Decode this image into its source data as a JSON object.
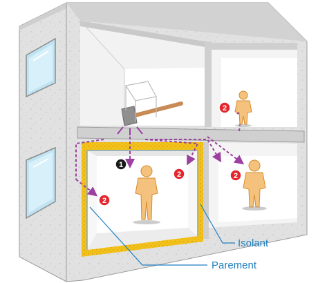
{
  "labels": {
    "isolant": "Isolant",
    "parement": "Parement"
  },
  "markers": {
    "impact": "1",
    "transmission": "2"
  },
  "colors": {
    "concrete": "#dcdcdc",
    "concrete_dark": "#a9a9a9",
    "insulation": "#f2c21b",
    "person": "#f4c27c",
    "sound_path": "#9b3fa0",
    "marker_red": "#e3262d",
    "marker_black": "#1a1a1a",
    "label_blue": "#1f7fc0"
  },
  "icons": [
    "hammer-icon",
    "person-icon"
  ]
}
